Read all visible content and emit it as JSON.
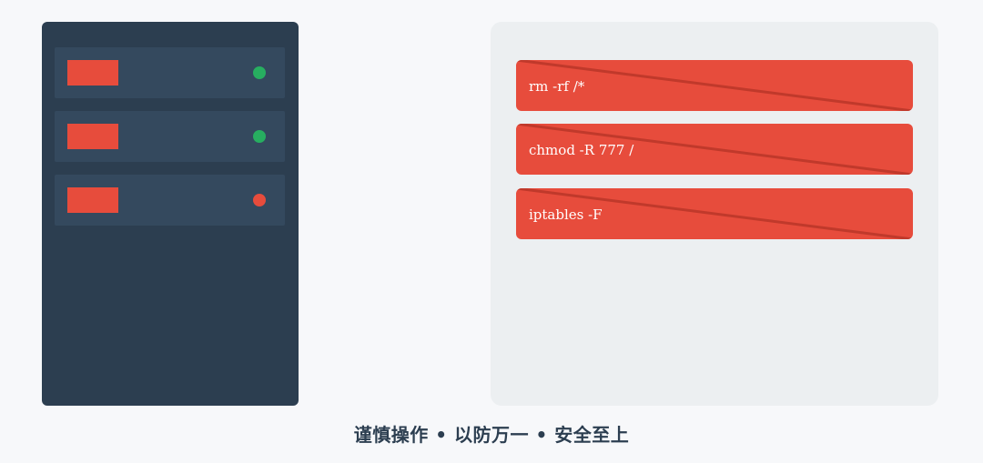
{
  "colors": {
    "page_background": "#f7f8fa",
    "rack_body": "#2c3e50",
    "rack_unit": "#34495e",
    "unit_label_block": "#e74c3c",
    "led_ok": "#27ae60",
    "led_error": "#e74c3c",
    "panel_background": "#eceff1",
    "command_card": "#e74c3c",
    "strike_line": "#c0392b",
    "command_text": "#ffffff",
    "caption_text": "#2c3e50"
  },
  "server_rack": {
    "units": [
      {
        "status": "ok",
        "led_icon": "status-dot-icon"
      },
      {
        "status": "ok",
        "led_icon": "status-dot-icon"
      },
      {
        "status": "error",
        "led_icon": "status-dot-icon"
      }
    ]
  },
  "commands": [
    {
      "text": "rm -rf /*",
      "struck_through": true
    },
    {
      "text": "chmod -R 777 /",
      "struck_through": true
    },
    {
      "text": "iptables -F",
      "struck_through": true
    }
  ],
  "caption": "谨慎操作 • 以防万一 • 安全至上"
}
